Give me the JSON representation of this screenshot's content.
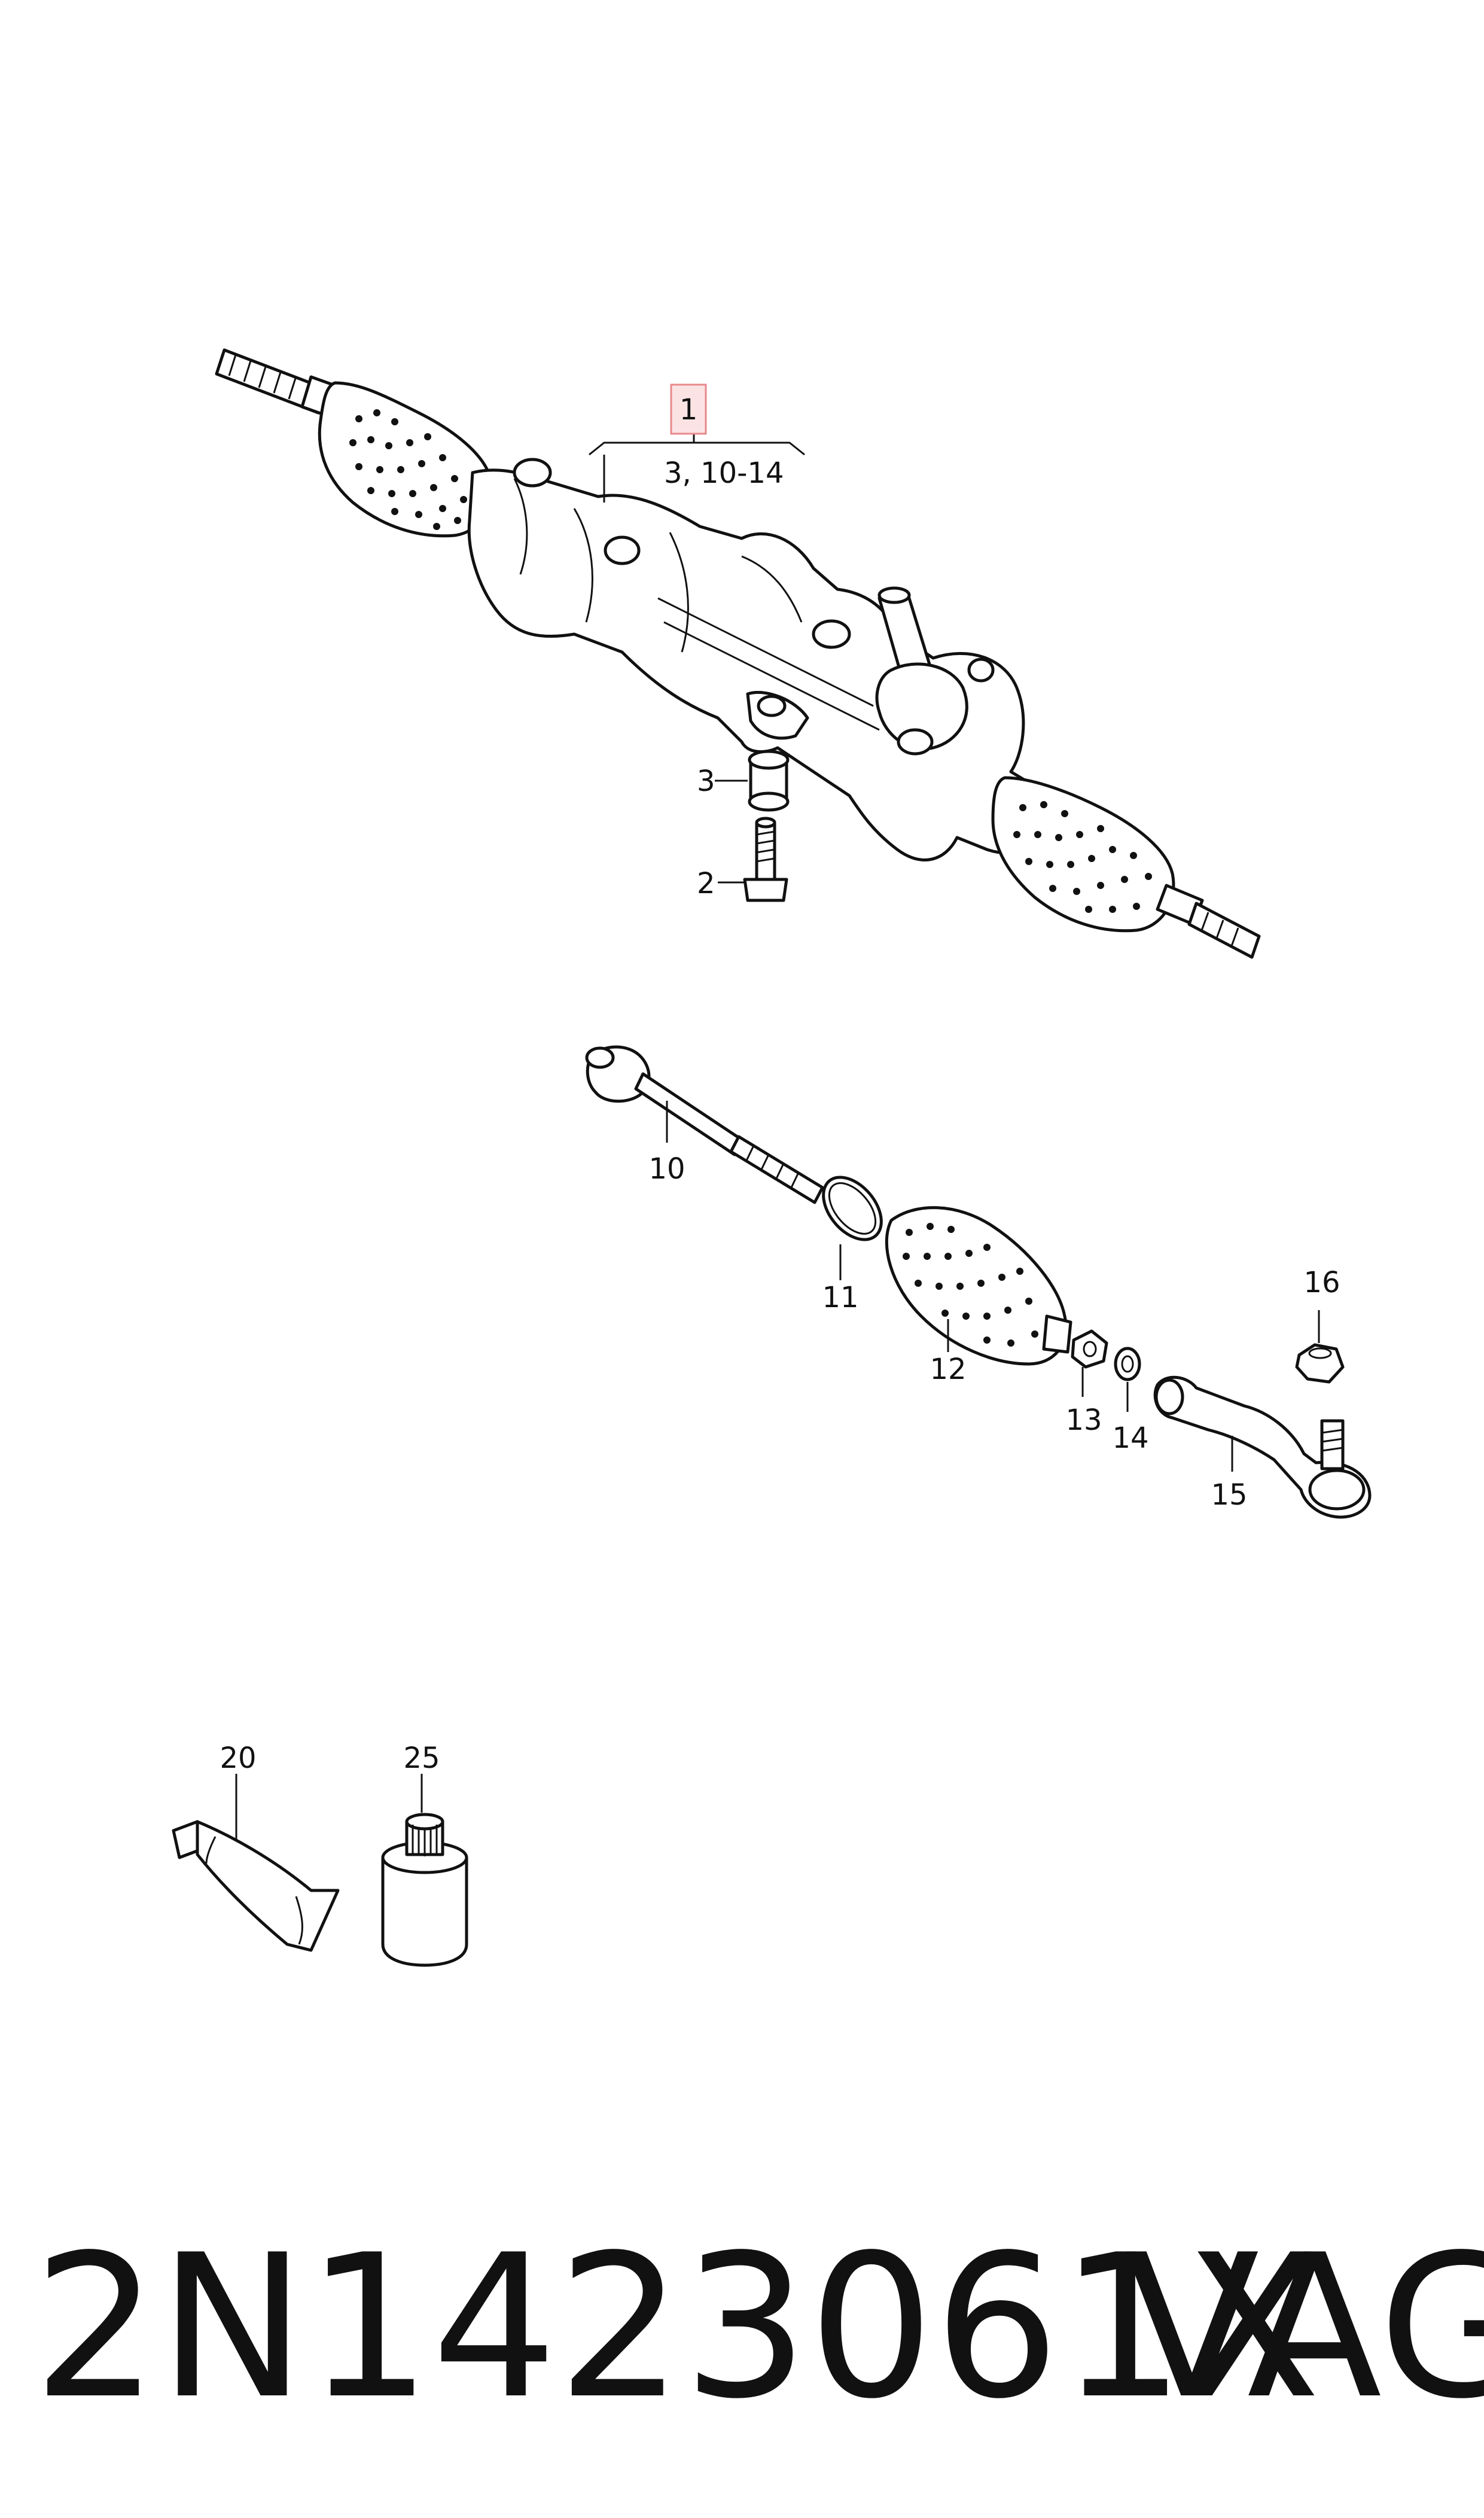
{
  "diagram": {
    "callouts": {
      "c1": "1",
      "c1_sub": "3, 10-14",
      "c2": "2",
      "c3": "3",
      "c10": "10",
      "c11": "11",
      "c12": "12",
      "c13": "13",
      "c14": "14",
      "c15": "15",
      "c16": "16",
      "c20": "20",
      "c25": "25"
    },
    "highlight_color": "#e8888c"
  },
  "footer": {
    "part_number": "2N1423061X",
    "brand": "VAG"
  }
}
